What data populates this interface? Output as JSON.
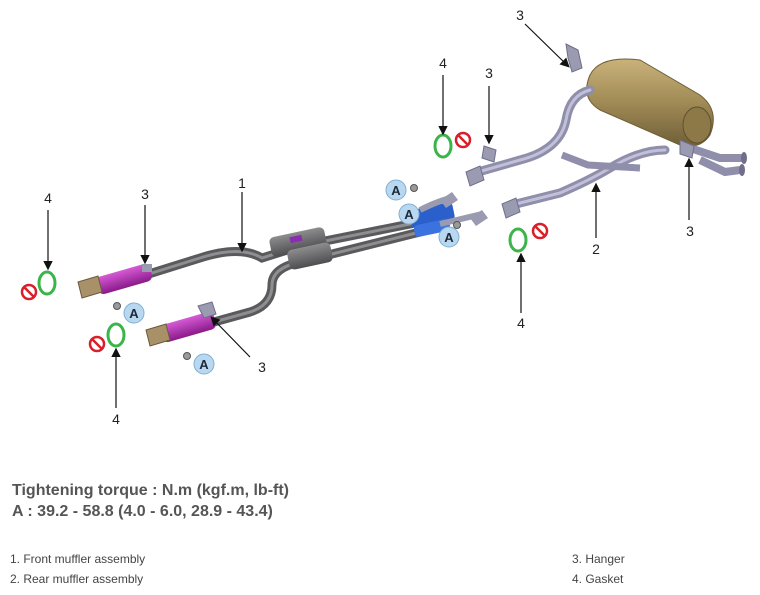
{
  "callouts": {
    "front_muffler": "1",
    "rear_muffler": "2",
    "hanger": "3",
    "gasket": "4",
    "torque_mark": "A"
  },
  "torque": {
    "heading": "Tightening torque : N.m (kgf.m, lb-ft)",
    "spec": "A : 39.2 - 58.8 (4.0 - 6.0, 28.9 - 43.4)"
  },
  "legend": {
    "left": [
      "1. Front muffler assembly",
      "2. Rear muffler assembly"
    ],
    "right": [
      "3. Hanger",
      "4. Gasket"
    ]
  },
  "colors": {
    "pipe_dark": "#6e6e70",
    "pipe_light": "#a9a8c4",
    "muffler": "#a08a55",
    "catalyst": "#b02ab0",
    "resonator_blue": "#2a5fcc",
    "gasket": "#3bb54a",
    "callout_A_fill": "#b9d7ee",
    "no_reuse_red": "#d8202a"
  },
  "icons": [
    "gasket-icon",
    "no-reuse-icon",
    "torque-marker-icon",
    "nut-icon"
  ]
}
